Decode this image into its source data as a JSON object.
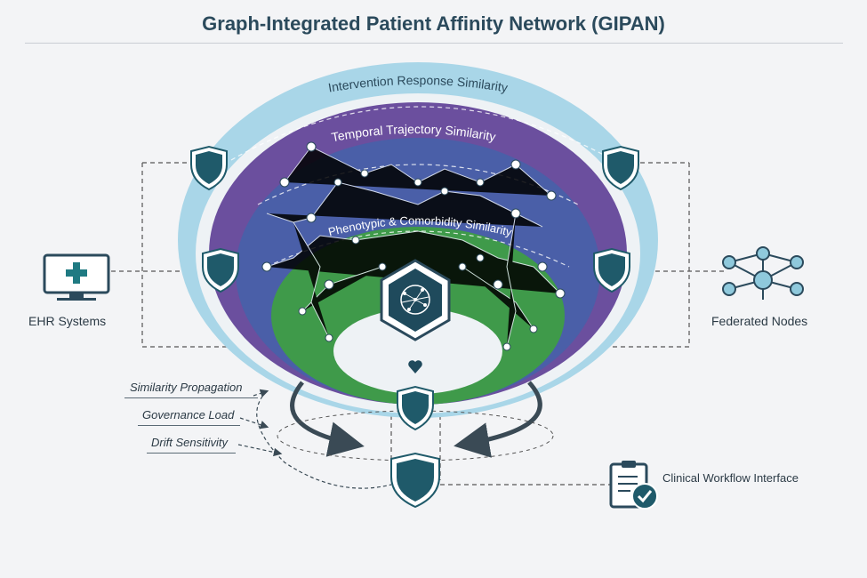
{
  "title": "Graph-Integrated Patient Affinity Network (GIPAN)",
  "rings": {
    "outer": "Intervention Response Similarity",
    "second": "Temporal Trajectory Similarity",
    "third": "Phenotypic & Comorbidity Similarity"
  },
  "left_node": {
    "label": "EHR Systems",
    "icon": "monitor-plus-icon"
  },
  "right_node": {
    "label": "Federated Nodes",
    "icon": "network-nodes-icon"
  },
  "bottom_right": {
    "label": "Clinical Workflow Interface",
    "icon": "clipboard-check-icon"
  },
  "metrics": [
    "Similarity Propagation",
    "Governance Load",
    "Drift Sensitivity"
  ],
  "colors": {
    "outer_ring": "#a9d6e8",
    "purple_ring": "#6b4f9e",
    "blue_ring": "#4a5fa8",
    "green_ring": "#3f9a4a",
    "shield": "#1f5a6a",
    "dark": "#2b4a5c"
  }
}
